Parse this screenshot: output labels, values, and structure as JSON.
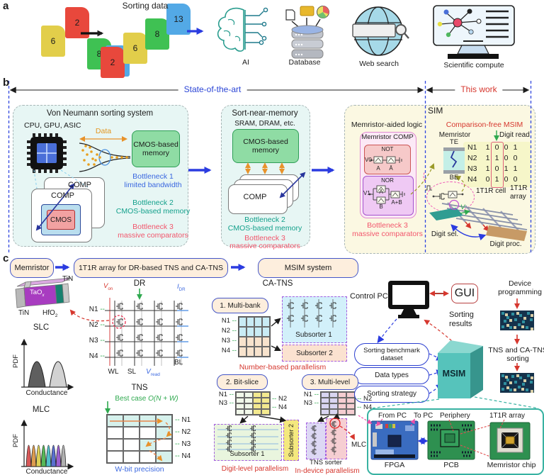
{
  "a": {
    "label": "a",
    "title": "Sorting data",
    "u6": "6",
    "u2": "2",
    "u8": "8",
    "u13": "13",
    "s2": "2",
    "s6": "6",
    "s8": "8",
    "s13": "13",
    "ai": "AI",
    "db": "Database",
    "web": "Web search",
    "sci": "Scientific compute"
  },
  "b": {
    "label": "b",
    "sota": "State-of-the-art",
    "tw": "This work",
    "vn": {
      "title": "Von Neumann sorting system",
      "chips": "CPU, GPU, ASIC",
      "data": "Data",
      "mem": "CMOS-based memory",
      "comp_back": "COMP",
      "comp_front": "COMP",
      "cmos": "CMOS",
      "b1": "Bottleneck 1",
      "b1s": "limited bandwidth",
      "b2": "Bottleneck 2",
      "b2s": "CMOS-based memory",
      "b3": "Bottleneck 3",
      "b3s": "massive comparators"
    },
    "snm": {
      "title": "Sort-near-memory",
      "sub": "SRAM, DRAM, etc.",
      "mem": "CMOS-based memory",
      "comp": "COMP",
      "b2": "Bottleneck 2",
      "b2s": "CMOS-based memory",
      "b3": "Bottleneck 3",
      "b3s": "massive comparators"
    },
    "sim": {
      "title": "SIM",
      "mal": "Memristor-aided logic",
      "mcomp": "Memristor COMP",
      "not": "NOT",
      "v0": "V0",
      "a": "A",
      "abar": "Ā",
      "nor": "NOR",
      "v1": "V1",
      "nb": "B",
      "nout": "A+B",
      "b3": "Bottleneck 3",
      "b3s": "massive comparators",
      "cf": "Comparison-free MSIM",
      "mem": "Memristor",
      "te": "TE",
      "be": "BE",
      "dread": "Digit read",
      "rows": [
        [
          "N1",
          "1",
          "0",
          "0",
          "1"
        ],
        [
          "N2",
          "1",
          "1",
          "0",
          "0"
        ],
        [
          "N3",
          "1",
          "0",
          "1",
          "1"
        ],
        [
          "N4",
          "0",
          "1",
          "0",
          "0"
        ]
      ],
      "cell": "1T1R cell",
      "arr1": "1T1R",
      "arr2": "array",
      "v": "V",
      "dsel": "Digit sel.",
      "dproc": "Digit proc."
    }
  },
  "c": {
    "label": "c",
    "dd": "--",
    "pill1": "Memristor",
    "pill2": "1T1R array for DR-based TNS and CA-TNS",
    "pill3": "MSIM system",
    "dev": {
      "tin_t": "TiN",
      "tin_b": "TiN",
      "tao": "TaO",
      "tao_s": "x",
      "hfo": "HfO",
      "hfo_s": "2",
      "slc": "SLC",
      "mlc": "MLC",
      "pdf": "PDF",
      "cond": "Conductance"
    },
    "dr": {
      "title": "DR",
      "v": "V",
      "von_s": "on",
      "i": "I",
      "idr_s": "DR",
      "n1": "N1",
      "n2": "N2",
      "n3": "N3",
      "n4": "N4",
      "wl": "WL",
      "sl": "SL",
      "vr_s": "read",
      "bl": "BL"
    },
    "tns": {
      "title": "TNS",
      "best": "Best case ",
      "bestf": "O(N + W)",
      "n1": "N1",
      "n2": "N2",
      "n3": "N3",
      "n4": "N4",
      "wbit": "W-bit precision"
    },
    "ca": {
      "title": "CA-TNS",
      "mb": "1. Multi-bank",
      "ss1": "Subsorter 1",
      "ss2": "Subsorter 2",
      "nbp": "Number-based parallelism",
      "bs": "2. Bit-slice",
      "dlp": "Digit-level parallelism",
      "ml": "3. Multi-level",
      "idp": "In-device parallelism",
      "mlc": "MLC",
      "tsort": "TNS sorter",
      "n1": "N1",
      "n2": "N2",
      "n3": "N3",
      "n4": "N4"
    },
    "ms": {
      "cpc": "Control PC",
      "gui": "GUI",
      "sr1": "Sorting",
      "sr2": "results",
      "sb1": "Sorting benchmark",
      "sb1b": "dataset",
      "sb2": "Data types",
      "sb3": "Sorting strategy",
      "msim": "MSIM",
      "dp1": "Device",
      "dp2": "programming",
      "t1": "TNS and CA-TNS",
      "t2": "sorting",
      "fpc": "From PC",
      "tpc": "To PC",
      "per": "Periphery",
      "arr": "1T1R array",
      "fpga": "FPGA",
      "pcb": "PCB",
      "chip": "Memristor chip"
    }
  },
  "colors": {
    "accent_blue": "#2b3ce0",
    "accent_red": "#d6372e",
    "teal": "#13a08b",
    "bottleneck_pink": "#f2566c",
    "orange": "#e8a020",
    "green": "#2fa94f",
    "sim_bg": "#fbf8e2",
    "memory_green": "#8fdca4"
  }
}
